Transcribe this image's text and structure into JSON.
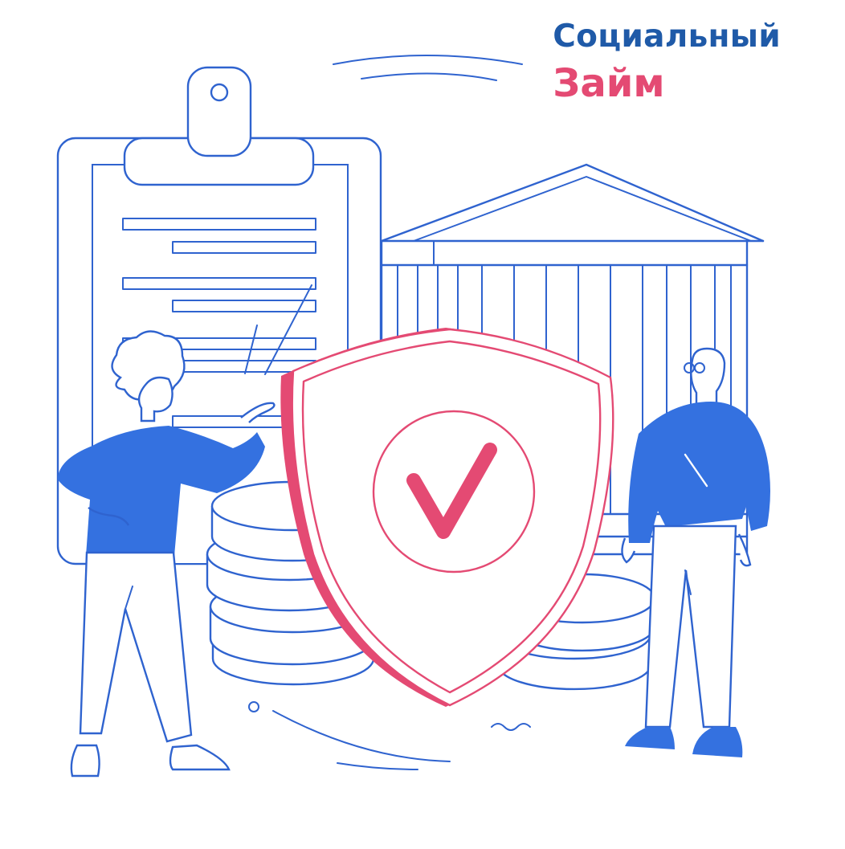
{
  "brand": {
    "line1": "Социальный",
    "line2": "Займ",
    "line1_color": "#1f5aa8",
    "line2_color": "#e44a73"
  },
  "colors": {
    "line_blue": "#2f63cf",
    "fill_blue": "#3471e0",
    "accent_pink": "#e44a73",
    "background": "#ffffff"
  },
  "illustration": {
    "icons": [
      "clipboard-document-icon",
      "bank-building-icon",
      "coin-stack-icon",
      "shield-check-icon",
      "woman-figure",
      "man-figure"
    ]
  }
}
